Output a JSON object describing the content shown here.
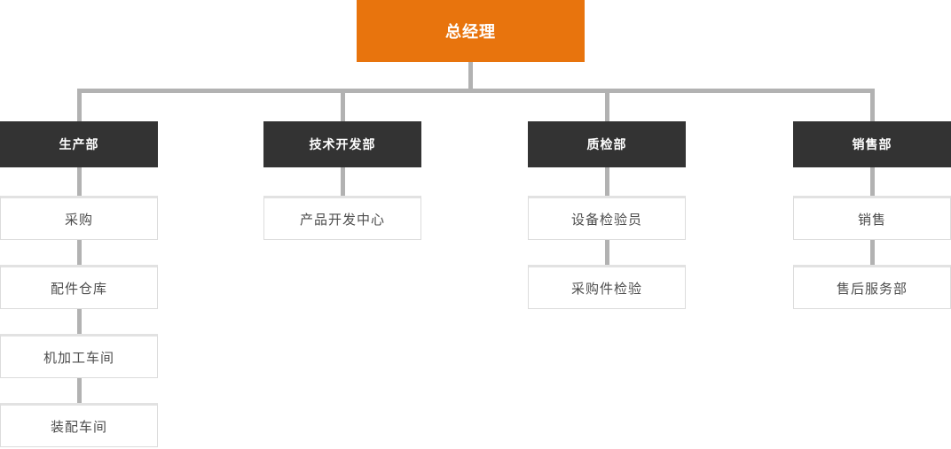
{
  "chart": {
    "type": "org-chart",
    "root": {
      "label": "总经理"
    },
    "columns": [
      {
        "dept": "生产部",
        "children": [
          "采购",
          "配件仓库",
          "机加工车间",
          "装配车间"
        ]
      },
      {
        "dept": "技术开发部",
        "children": [
          "产品开发中心"
        ]
      },
      {
        "dept": "质检部",
        "children": [
          "设备检验员",
          "采购件检验"
        ]
      },
      {
        "dept": "销售部",
        "children": [
          "销售",
          "售后服务部"
        ]
      }
    ]
  },
  "colors": {
    "root_box": "#e8740d",
    "dept_box": "#333333",
    "connector": "#b2b2b2",
    "child_box_border": "#dcdcdc",
    "child_box_text": "#4d4d4d",
    "node_text_light": "#ffffff",
    "background": "#ffffff"
  }
}
